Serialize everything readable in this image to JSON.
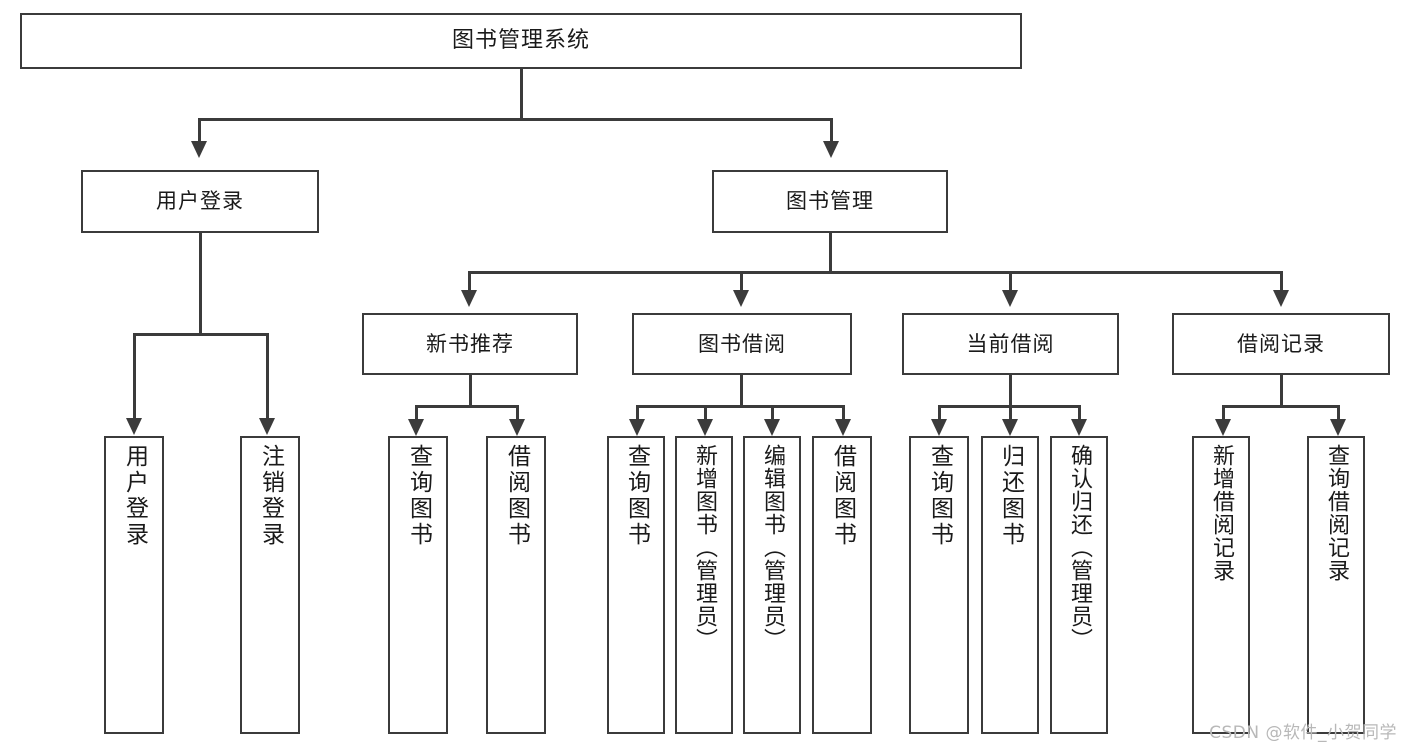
{
  "diagram": {
    "title": "图书管理系统",
    "type": "tree",
    "watermark": "CSDN @软件_小贺同学",
    "colors": {
      "stroke": "#3b3b3b",
      "fill": "#ffffff",
      "text": "#1a1a1a",
      "watermark": "#b8b8b8"
    },
    "nodes": {
      "root": {
        "label": "图书管理系统"
      },
      "level1": [
        {
          "label": "用户登录"
        },
        {
          "label": "图书管理"
        }
      ],
      "level2": [
        {
          "label": "新书推荐"
        },
        {
          "label": "图书借阅"
        },
        {
          "label": "当前借阅"
        },
        {
          "label": "借阅记录"
        }
      ],
      "leaves_user_login": [
        {
          "label": "用户登录"
        },
        {
          "label": "注销登录"
        }
      ],
      "leaves_new_book": [
        {
          "label": "查询图书"
        },
        {
          "label": "借阅图书"
        }
      ],
      "leaves_borrow": [
        {
          "label": "查询图书"
        },
        {
          "label": "新增图书（管理员）"
        },
        {
          "label": "编辑图书（管理员）"
        },
        {
          "label": "借阅图书"
        }
      ],
      "leaves_current": [
        {
          "label": "查询图书"
        },
        {
          "label": "归还图书"
        },
        {
          "label": "确认归还（管理员）"
        }
      ],
      "leaves_record": [
        {
          "label": "新增借阅记录"
        },
        {
          "label": "查询借阅记录"
        }
      ]
    }
  }
}
